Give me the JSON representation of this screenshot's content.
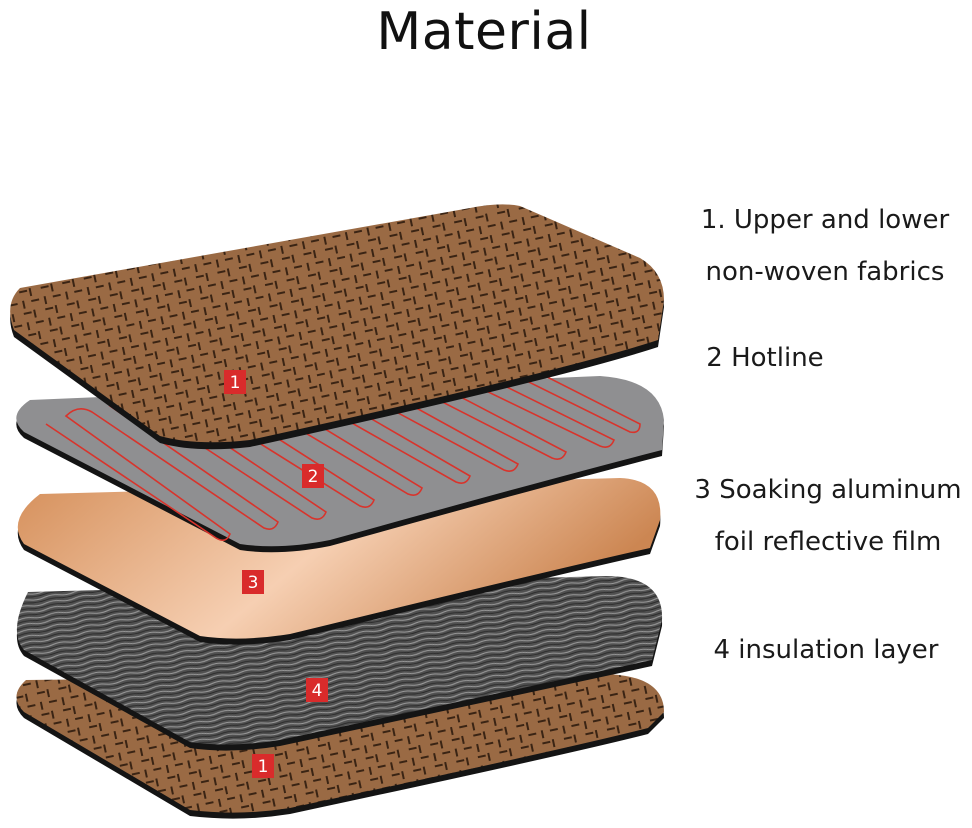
{
  "title": "Material",
  "layers": [
    {
      "badge": "1",
      "material": "non-woven fabric (bottom)"
    },
    {
      "badge": "4",
      "material": "insulation layer"
    },
    {
      "badge": "3",
      "material": "aluminum foil"
    },
    {
      "badge": "2",
      "material": "hotline"
    },
    {
      "badge": "1",
      "material": "non-woven fabric (top)"
    }
  ],
  "labels": [
    {
      "lines": [
        "1. Upper and lower",
        "non-woven fabrics"
      ]
    },
    {
      "lines": [
        "2 Hotline"
      ]
    },
    {
      "lines": [
        "3 Soaking aluminum",
        "foil reflective film"
      ]
    },
    {
      "lines": [
        "4 insulation layer"
      ]
    }
  ],
  "colors": {
    "fabric": "#9a6a44",
    "hotline_plate": "#8f8f91",
    "hotline_wire": "#d8342c",
    "foil": "#e8b48c",
    "insulation": "#555555",
    "badge": "#d92b2b",
    "edge": "#141414"
  }
}
